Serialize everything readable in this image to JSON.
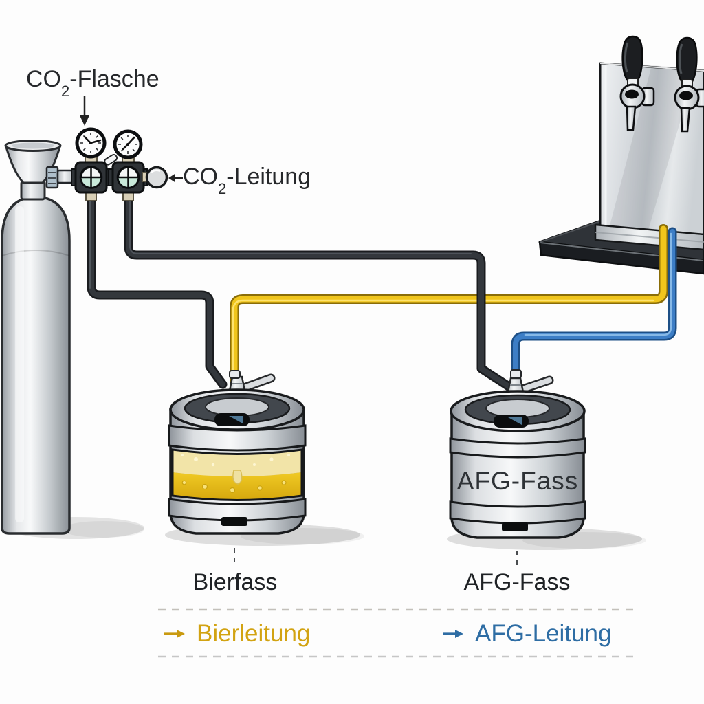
{
  "page": {
    "background": "#fdfdfd"
  },
  "labels": {
    "co2_bottle": {
      "main": "CO",
      "sub": "2",
      "rest": "-Flasche"
    },
    "co2_line": {
      "main": "CO",
      "sub": "2",
      "rest": "-Leitung"
    },
    "beer_keg_caption": "Bierfass",
    "afg_keg_caption": "AFG-Fass",
    "afg_keg_body_text": "AFG-Fass"
  },
  "legend": {
    "items": [
      {
        "label": "Bierleitung",
        "color": "#d2a312"
      },
      {
        "label": "AFG-Leitung",
        "color": "#2e6da4"
      }
    ]
  },
  "line_colors": {
    "co2_line": "#26292d",
    "beer_line": "#f0c51c",
    "afg_line": "#3d7ec6"
  },
  "metal_colors": {
    "keg_body": "#cfd4d8",
    "counter": "#24272b",
    "tap_panel": "#d8dcdf"
  }
}
